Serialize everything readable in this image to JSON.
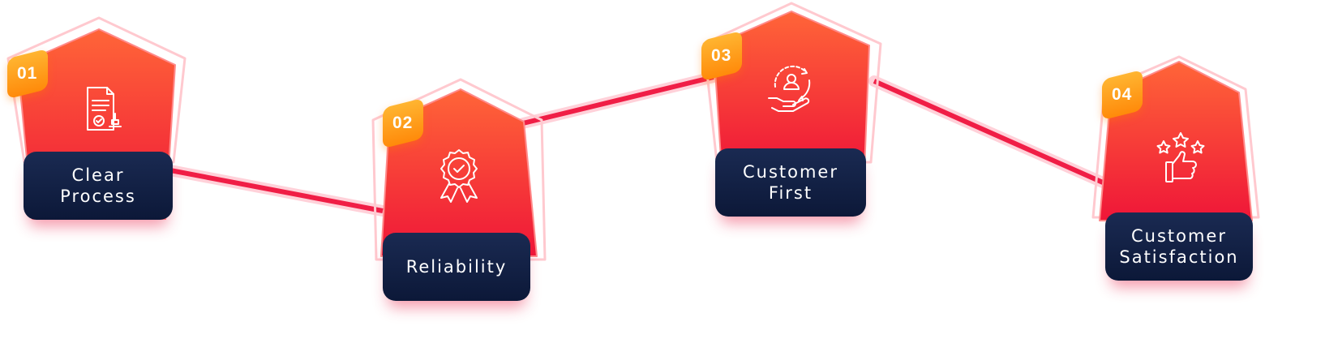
{
  "colors": {
    "pentagon_top": "#ff5f3a",
    "pentagon_bottom": "#f0183a",
    "badge": "#ff9a14",
    "label_bg": "#0f1c3f",
    "connector": "#f01e46",
    "label_text": "#ffffff"
  },
  "steps": [
    {
      "number": "01",
      "label_line1": "Clear",
      "label_line2": "Process",
      "icon": "document-stamp-icon"
    },
    {
      "number": "02",
      "label_line1": "Reliability",
      "label_line2": "",
      "icon": "award-badge-icon"
    },
    {
      "number": "03",
      "label_line1": "Customer",
      "label_line2": "First",
      "icon": "customer-hand-icon"
    },
    {
      "number": "04",
      "label_line1": "Customer",
      "label_line2": "Satisfaction",
      "icon": "stars-thumbs-up-icon"
    }
  ]
}
